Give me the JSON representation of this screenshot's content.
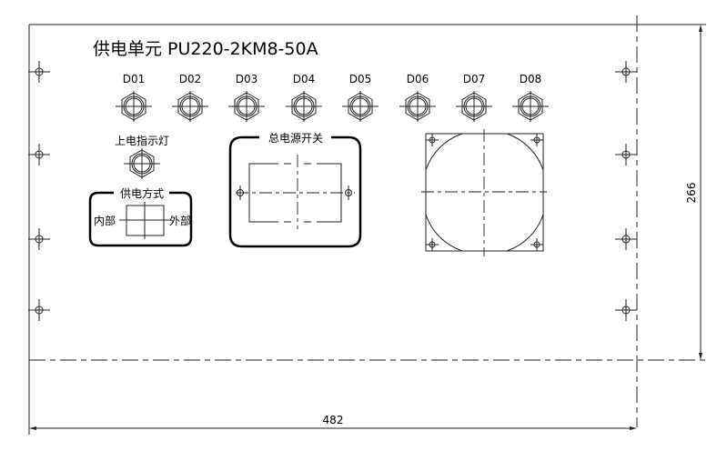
{
  "title": "供电单元 PU220-2KM8-50A",
  "connectors": [
    "D01",
    "D02",
    "D03",
    "D04",
    "D05",
    "D06",
    "D07",
    "D08"
  ],
  "indicator_label": "上电指示灯",
  "supply_mode": {
    "label": "供电方式",
    "left": "内部",
    "right": "外部"
  },
  "main_switch_label": "总电源开关",
  "dimensions": {
    "width": "482",
    "height": "266"
  }
}
